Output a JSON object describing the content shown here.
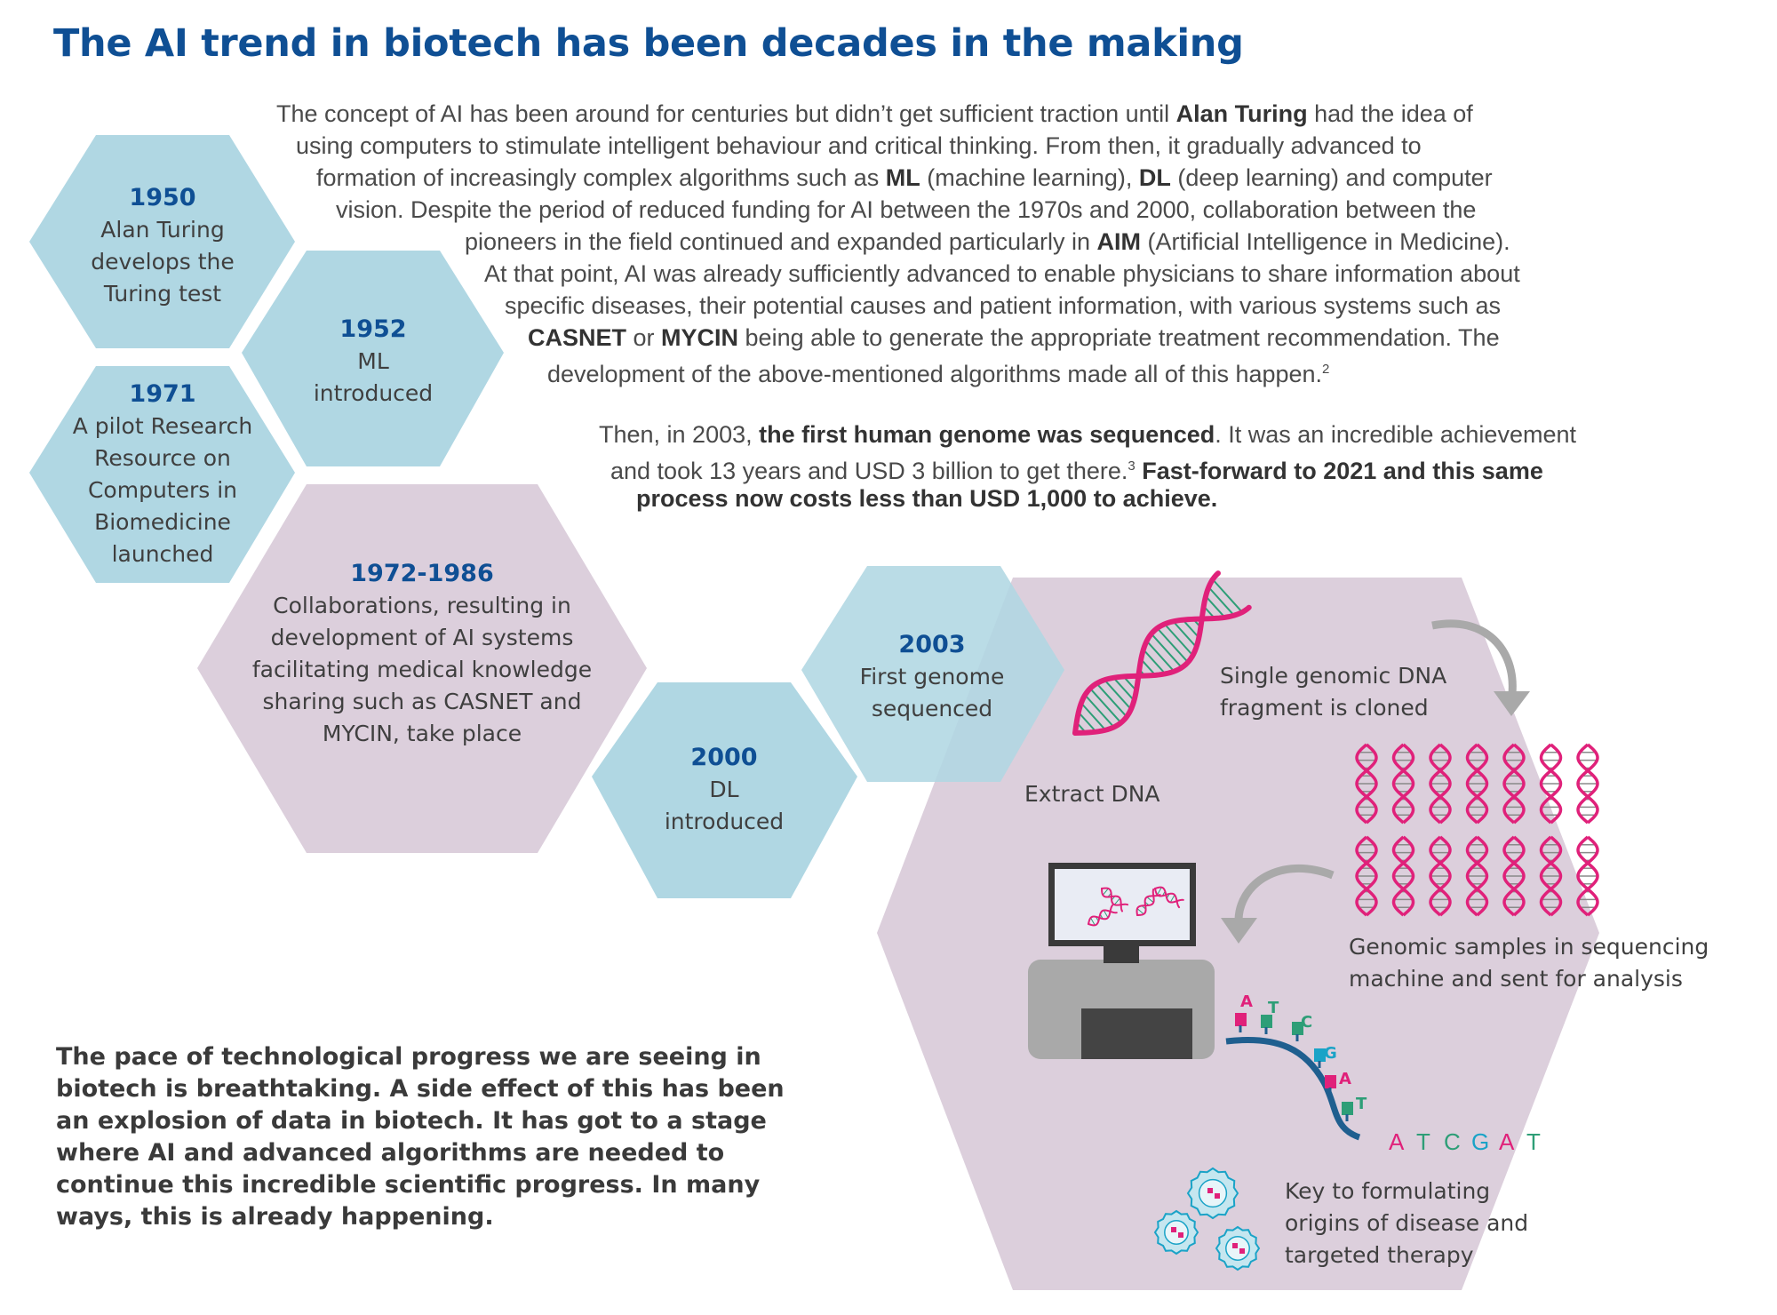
{
  "title": "The AI trend in biotech has been decades in the making",
  "intro": {
    "lines": [
      [
        {
          "t": "The concept of AI has been around for centuries but didn’t get sufficient traction until  "
        },
        {
          "t": "Alan Turing",
          "b": true
        },
        {
          "t": " had the idea of"
        }
      ],
      [
        {
          "t": "using computers to stimulate intelligent behaviour and critical thinking. From then, it gradually advanced to"
        }
      ],
      [
        {
          "t": "formation of increasingly complex algorithms such as  "
        },
        {
          "t": "ML",
          "b": true
        },
        {
          "t": " (machine learning), "
        },
        {
          "t": "DL",
          "b": true
        },
        {
          "t": " (deep learning) and computer"
        }
      ],
      [
        {
          "t": "vision. Despite the period of reduced funding for AI between the 1970s and 2000, collaboration between the"
        }
      ],
      [
        {
          "t": "pioneers in the field continued and expanded particularly in "
        },
        {
          "t": "AIM",
          "b": true
        },
        {
          "t": " (Artificial Intelligence in Medicine)."
        }
      ],
      [
        {
          "t": "At that point, AI was already sufficiently advanced to enable physicians to share information about"
        }
      ],
      [
        {
          "t": "specific diseases, their potential causes and patient information, with various systems such as"
        }
      ],
      [
        {
          "t": "CASNET",
          "b": true
        },
        {
          "t": " or "
        },
        {
          "t": "MYCIN",
          "b": true
        },
        {
          "t": " being able to generate the appropriate treatment recommendation. The"
        }
      ],
      [
        {
          "t": "development of the above-mentioned algorithms made all of this happen."
        },
        {
          "t": "2",
          "sup": true
        }
      ],
      [
        {
          "t": "Then, in 2003, "
        },
        {
          "t": "the first human genome was sequenced",
          "b": true
        },
        {
          "t": ". It was an incredible achievement"
        }
      ],
      [
        {
          "t": "and took 13 years and USD 3 billion to get there."
        },
        {
          "t": "3",
          "sup": true
        },
        {
          "t": " "
        },
        {
          "t": "Fast-forward to 2021 and this same",
          "b": true
        }
      ],
      [
        {
          "t": "process now costs less than USD 1,000 to achieve.",
          "b": true
        }
      ]
    ]
  },
  "timeline": [
    {
      "year": "1950",
      "lines": [
        "Alan Turing",
        "develops the",
        "Turing test"
      ]
    },
    {
      "year": "1952",
      "lines": [
        "ML",
        "introduced"
      ]
    },
    {
      "year": "1971",
      "lines": [
        "A pilot Research",
        "Resource on",
        "Computers in",
        "Biomedicine",
        "launched"
      ]
    },
    {
      "year": "1972-1986",
      "lines": [
        "Collaborations, resulting in",
        "development of AI systems",
        "facilitating medical knowledge",
        "sharing such as CASNET and",
        "MYCIN, take place"
      ]
    },
    {
      "year": "2000",
      "lines": [
        "DL",
        "introduced"
      ]
    },
    {
      "year": "2003",
      "lines": [
        "First genome",
        "sequenced"
      ]
    }
  ],
  "process": {
    "extract": "Extract DNA",
    "clone": [
      "Single genomic DNA",
      "fragment is cloned"
    ],
    "samples": [
      "Genomic samples in sequencing",
      "machine and sent for analysis"
    ],
    "bases_diag": [
      "A",
      "T",
      "C",
      "G",
      "A",
      "T"
    ],
    "sequence": [
      "A",
      "T",
      "C",
      "G",
      "A",
      "T"
    ],
    "key": [
      "Key to formulating",
      "origins of disease and",
      "targeted therapy"
    ]
  },
  "closing": [
    "The pace of technological progress we are seeing in",
    "biotech is breathtaking. A side effect of this has been",
    "an explosion of data in biotech. It has got to a stage",
    "where AI and advanced algorithms are needed to",
    "continue this incredible scientific progress. In many",
    "ways, this is already happening."
  ],
  "colors": {
    "title": "#0f4f94",
    "hex_blue": "#b0d7e3",
    "hex_purple": "#dccfdc",
    "dna_pink": "#e0217a",
    "dna_green": "#2e9e77",
    "base_teal": "#1aa3c7",
    "gray": "#a9a9a9"
  }
}
